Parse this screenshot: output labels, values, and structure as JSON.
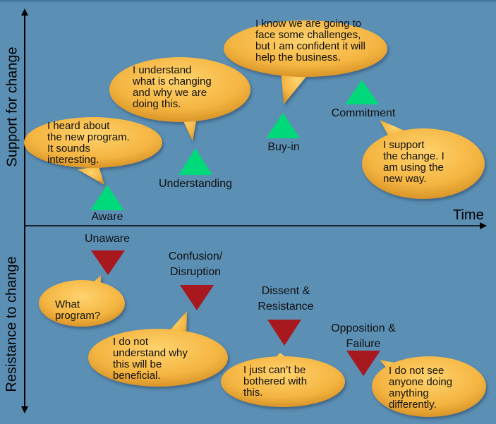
{
  "axes": {
    "y_positive_label": "Support for change",
    "y_negative_label": "Resistance to change",
    "x_label": "Time"
  },
  "colors": {
    "background": "#5b8fb4",
    "positive_marker": "#00d97a",
    "negative_marker": "#a8181f",
    "bubble": "#f4b440",
    "axis": "#000000"
  },
  "support_stages": [
    {
      "label": "Aware",
      "quote": "I heard about\nthe new program.\nIt sounds\ninteresting."
    },
    {
      "label": "Understanding",
      "quote": "I understand\nwhat is changing\nand why we are\ndoing this."
    },
    {
      "label": "Buy-in",
      "quote": "I know we are going to\nface some challenges,\nbut I am confident it will\nhelp the business."
    },
    {
      "label": "Commitment",
      "quote": "I support\nthe change. I\nam using the\nnew way."
    }
  ],
  "resistance_stages": [
    {
      "label": "Unaware",
      "quote": "What\nprogram?"
    },
    {
      "label": "Confusion/\nDisruption",
      "quote": "I do not\nunderstand why\nthis will be\nbeneficial."
    },
    {
      "label": "Dissent &\nResistance",
      "quote": "I just can’t be\nbothered with\nthis."
    },
    {
      "label": "Opposition &\nFailure",
      "quote": "I do not see\nanyone doing\nanything\ndifferently."
    }
  ]
}
